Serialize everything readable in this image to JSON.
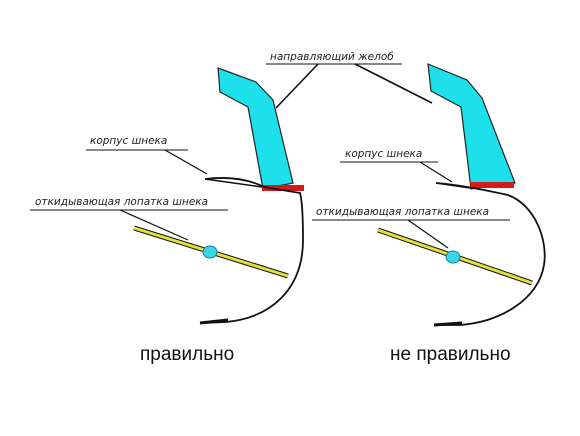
{
  "labels": {
    "chute": "направляющий желоб",
    "housing_left": "корпус шнека",
    "blade_left": "откидывающая лопатка шнека",
    "housing_right": "корпус шнека",
    "blade_right": "откидывающая лопатка шнека"
  },
  "captions": {
    "correct": "правильно",
    "incorrect": "не правильно"
  },
  "colors": {
    "chute_fill": "#1ee0ea",
    "seal": "#d11a1a",
    "blade": "#e4e040",
    "hub": "#38d6e8",
    "line": "#111111"
  }
}
